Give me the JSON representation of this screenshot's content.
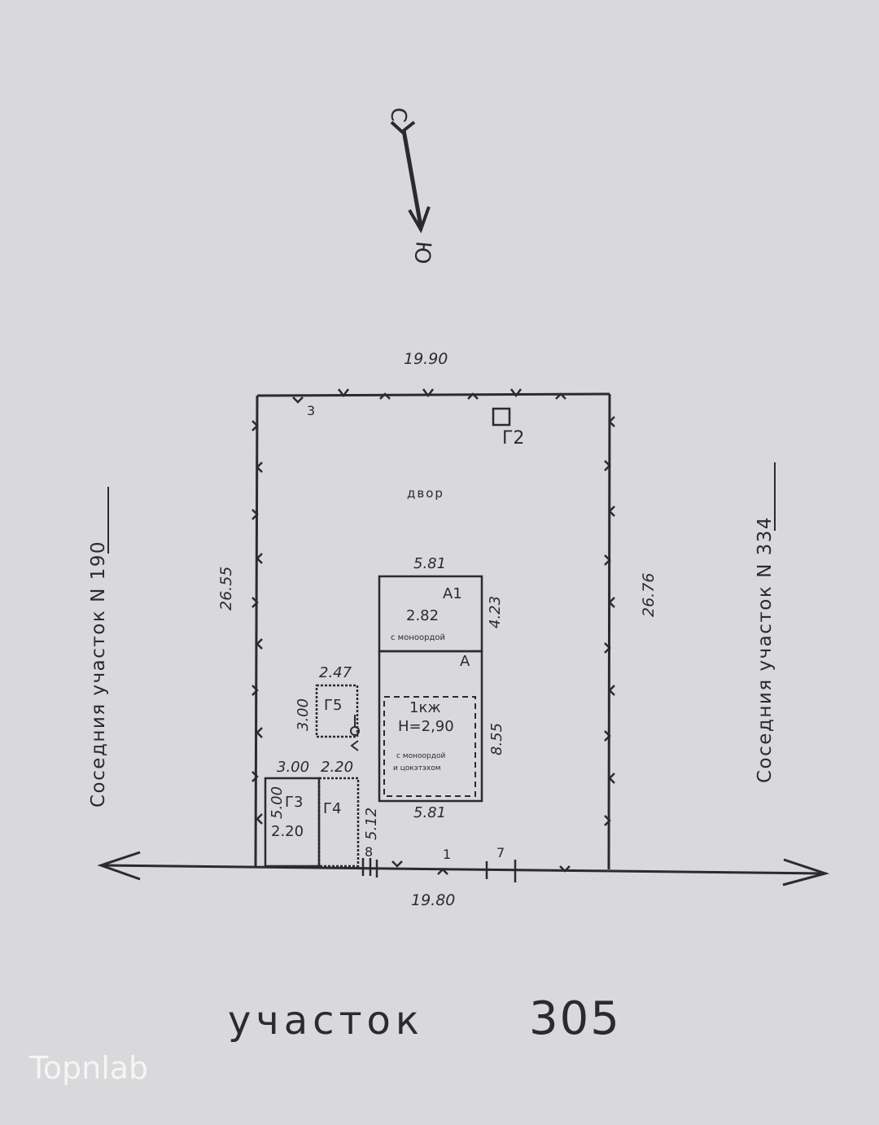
{
  "compass": {
    "north": "С",
    "south": "Ю"
  },
  "plot": {
    "title_word": "участок",
    "title_number": "305",
    "top_width": "19.90",
    "bottom_width": "19.80",
    "left_length": "26.55",
    "right_length": "26.76",
    "yard_label": "двор",
    "corner_points": {
      "p3": "3",
      "p8": "8",
      "p1": "1",
      "p7": "7"
    }
  },
  "neighbors": {
    "left": {
      "text": "Соседния участок N",
      "number": "190"
    },
    "right": {
      "text": "Соседния участок N",
      "number": "334"
    }
  },
  "buildings": {
    "a1": {
      "label": "А1",
      "area": "2.82",
      "note": "с моноордой",
      "width": "5.81",
      "depth": "4.23"
    },
    "a": {
      "label": "А",
      "name": "1кж",
      "height": "Н=2,90",
      "note_line1": "с моноордой",
      "note_line2": "и цокэтэхом",
      "width_bottom": "5.81",
      "depth": "8.55"
    },
    "g2": {
      "label": "Г2"
    },
    "g3": {
      "label": "Г3",
      "width": "3.00",
      "depth": "5.00",
      "extra": "2.20"
    },
    "g4": {
      "label": "Г4",
      "width": "2.20",
      "depth": "5.12"
    },
    "g5": {
      "label": "Г5",
      "width": "2.47",
      "depth": "3.00"
    }
  },
  "watermark": "Topnlab"
}
